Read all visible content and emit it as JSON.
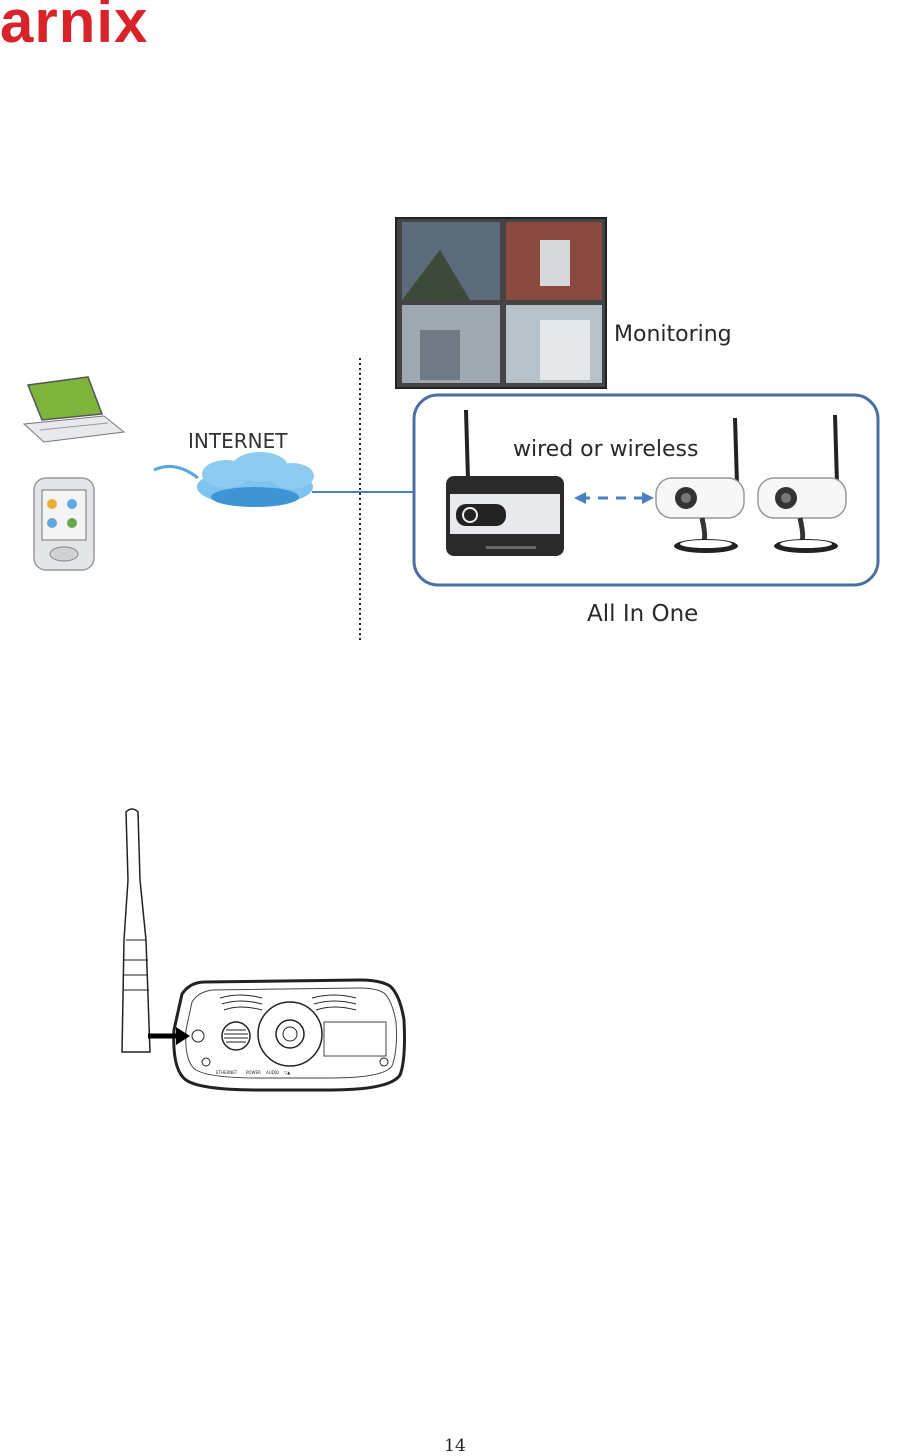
{
  "brand": {
    "logo_text": "arnix",
    "color": "#d8232a"
  },
  "diagram": {
    "monitoring_label": "Monitoring",
    "internet_label": "INTERNET",
    "link_label": "wired or wireless",
    "system_label": "All In One",
    "icons": [
      "laptop-icon",
      "pda-icon",
      "cloud-icon",
      "monitor-icon",
      "nvr-receiver-icon",
      "camera-icon"
    ],
    "frame_color": "#4a6fa5",
    "link_color": "#4a7fc1"
  },
  "camera_back": {
    "port_labels": [
      "ETHERNET",
      "POWER",
      "AUDIO",
      "▽▲"
    ]
  },
  "footer": {
    "page_number": "14"
  }
}
